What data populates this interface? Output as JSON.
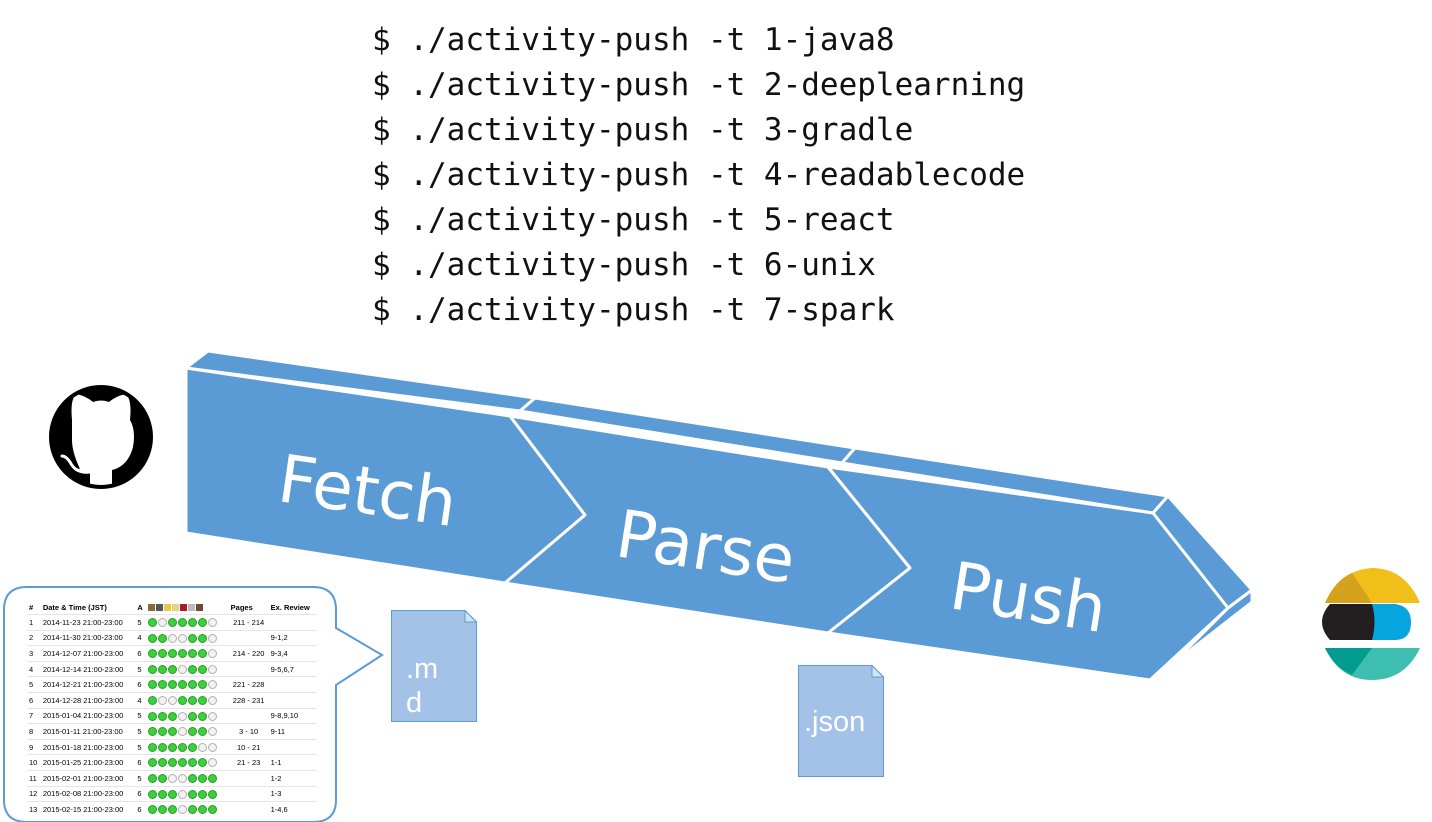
{
  "commands": [
    "$ ./activity-push -t 1-java8",
    "$ ./activity-push -t 2-deeplearning",
    "$ ./activity-push -t 3-gradle",
    "$ ./activity-push -t 4-readablecode",
    "$ ./activity-push -t 5-react",
    "$ ./activity-push -t 6-unix",
    "$ ./activity-push -t 7-spark"
  ],
  "pipeline": {
    "stages": [
      "Fetch",
      "Parse",
      "Push"
    ],
    "color": "#5b9bd5",
    "source_icon": "github-icon",
    "target_icon": "elasticsearch-icon"
  },
  "files": {
    "markdown_label": ".m\nd",
    "json_label": ".json"
  },
  "table": {
    "headers": [
      "#",
      "Date & Time (JST)",
      "A",
      "Pages",
      "Ex. Review"
    ],
    "rows": [
      {
        "n": "1",
        "date": "2014-11-23 21:00-23:00",
        "a": "5",
        "dots": [
          1,
          0,
          1,
          1,
          1,
          1,
          0
        ],
        "pages": "211 - 214",
        "review": ""
      },
      {
        "n": "2",
        "date": "2014-11-30 21:00-23:00",
        "a": "4",
        "dots": [
          1,
          1,
          0,
          0,
          1,
          1,
          0
        ],
        "pages": "",
        "review": "9-1,2"
      },
      {
        "n": "3",
        "date": "2014-12-07 21:00-23:00",
        "a": "6",
        "dots": [
          1,
          1,
          1,
          1,
          1,
          1,
          0
        ],
        "pages": "214 - 220",
        "review": "9-3,4"
      },
      {
        "n": "4",
        "date": "2014-12-14 21:00-23:00",
        "a": "5",
        "dots": [
          1,
          1,
          1,
          0,
          1,
          1,
          0
        ],
        "pages": "",
        "review": "9-5,6,7"
      },
      {
        "n": "5",
        "date": "2014-12-21 21:00-23:00",
        "a": "6",
        "dots": [
          1,
          1,
          1,
          1,
          1,
          1,
          0
        ],
        "pages": "221 - 228",
        "review": ""
      },
      {
        "n": "6",
        "date": "2014-12-28 21:00-23:00",
        "a": "4",
        "dots": [
          1,
          0,
          0,
          1,
          1,
          1,
          0
        ],
        "pages": "228 - 231",
        "review": ""
      },
      {
        "n": "7",
        "date": "2015-01-04 21:00-23:00",
        "a": "5",
        "dots": [
          1,
          1,
          1,
          0,
          1,
          1,
          0
        ],
        "pages": "",
        "review": "9-8,9,10"
      },
      {
        "n": "8",
        "date": "2015-01-11 21:00-23:00",
        "a": "5",
        "dots": [
          1,
          1,
          1,
          0,
          1,
          1,
          0
        ],
        "pages": "3 - 10",
        "review": "9-11"
      },
      {
        "n": "9",
        "date": "2015-01-18 21:00-23:00",
        "a": "5",
        "dots": [
          1,
          1,
          1,
          1,
          1,
          0,
          0
        ],
        "pages": "10 - 21",
        "review": ""
      },
      {
        "n": "10",
        "date": "2015-01-25 21:00-23:00",
        "a": "6",
        "dots": [
          1,
          1,
          1,
          1,
          1,
          1,
          0
        ],
        "pages": "21 - 23",
        "review": "1-1"
      },
      {
        "n": "11",
        "date": "2015-02-01 21:00-23:00",
        "a": "5",
        "dots": [
          1,
          1,
          0,
          0,
          1,
          1,
          1
        ],
        "pages": "",
        "review": "1-2"
      },
      {
        "n": "12",
        "date": "2015-02-08 21:00-23:00",
        "a": "6",
        "dots": [
          1,
          1,
          1,
          0,
          1,
          1,
          1
        ],
        "pages": "",
        "review": "1-3"
      },
      {
        "n": "13",
        "date": "2015-02-15 21:00-23:00",
        "a": "6",
        "dots": [
          1,
          1,
          1,
          0,
          1,
          1,
          1
        ],
        "pages": "",
        "review": "1-4,6"
      }
    ]
  }
}
